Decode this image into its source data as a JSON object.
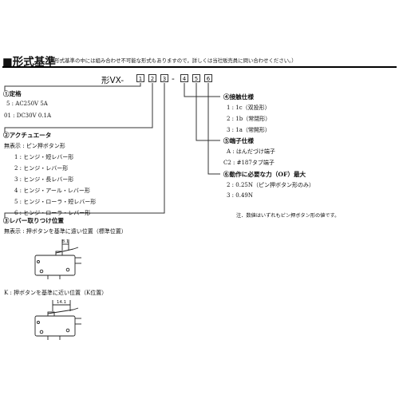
{
  "title": "■形式基準",
  "note": "（形式基準の中には組み合わせ不可能な形式もありますので，詳しくは当社販売員に問い合わせください。）",
  "model": {
    "prefix": "形VX-",
    "boxes": [
      "1",
      "2",
      "3",
      "4",
      "5",
      "6"
    ],
    "dash": "-"
  },
  "sections": {
    "rating": {
      "heading": "①定格",
      "items": [
        "5 : AC250V 5A",
        "01 : DC30V 0.1A"
      ]
    },
    "actuator": {
      "heading": "②アクチュエータ",
      "items": [
        "無表示 : ピン押ボタン形",
        "1 : ヒンジ・短レバー形",
        "2 : ヒンジ・レバー形",
        "3 : ヒンジ・長レバー形",
        "4 : ヒンジ・アール・レバー形",
        "5 : ヒンジ・ローラ・短レバー形",
        "6 : ヒンジ・ローラ・レバー形"
      ]
    },
    "lever_position": {
      "heading": "③レバー取りつけ位置",
      "items": [
        "無表示 : 押ボタンを基準に遠い位置（標準位置）",
        "K : 押ボタンを基準に近い位置（K位置）"
      ],
      "dim_1": "8.1",
      "dim_2": "14.1"
    },
    "contact": {
      "heading": "④接触仕様",
      "items": [
        "1 : 1c（双投形）",
        "2 : 1b（常閉形）",
        "3 : 1a（常開形）"
      ]
    },
    "terminal": {
      "heading": "⑤端子仕様",
      "items": [
        "A : はんだづけ端子",
        "C2 : #187タブ端子"
      ]
    },
    "force": {
      "heading": "⑥動作に必要な力（OF）最大",
      "items": [
        "2 : 0.25N（ピン押ボタン形のみ）",
        "3 : 0.49N"
      ]
    },
    "footnote": "注．数値はいずれもピン押ボタン形の値です。"
  }
}
